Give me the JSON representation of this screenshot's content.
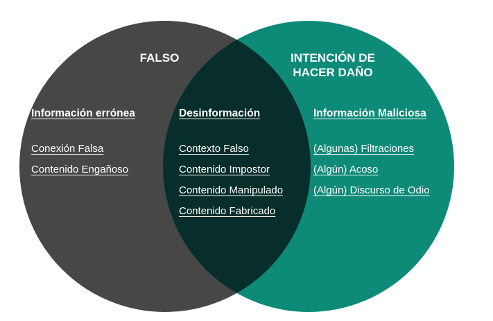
{
  "colors": {
    "left_circle": "#474747",
    "right_circle": "#0e8a78",
    "overlap": "#072e2a",
    "text": "#ffffff"
  },
  "left_set": {
    "title": "FALSO",
    "heading": "Información errónea",
    "items": [
      "Conexión Falsa",
      "Contenido Engañoso"
    ]
  },
  "right_set": {
    "title_line1": "INTENCIÓN DE",
    "title_line2": "HACER DAÑO",
    "heading": "Información Maliciosa",
    "items": [
      "(Algunas) Filtraciones",
      "(Algún) Acoso",
      "(Algún) Discurso de Odio"
    ]
  },
  "overlap_set": {
    "heading": "Desinformación",
    "items": [
      "Contexto Falso",
      "Contenido Impostor",
      "Contenido Manipulado",
      "Contenido Fabricado"
    ]
  }
}
